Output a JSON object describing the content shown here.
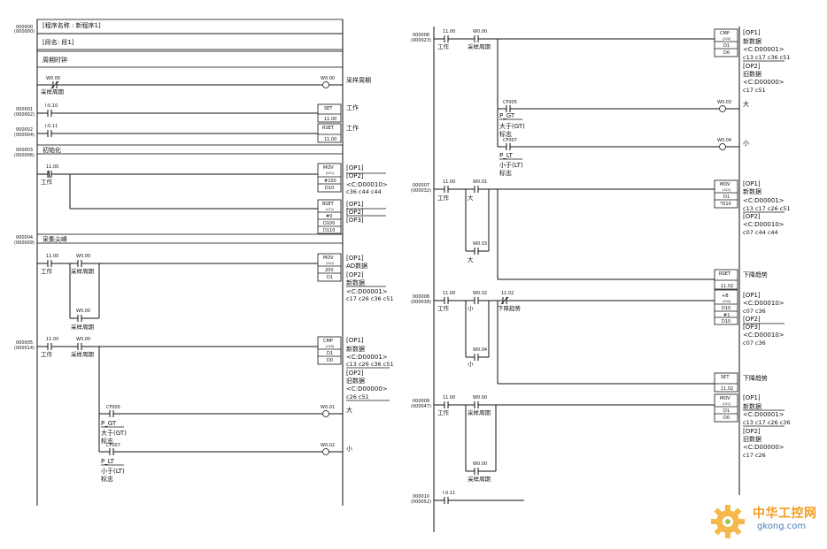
{
  "header": {
    "program_name": "[程序名称 : 新程序1]",
    "section_name": "[段名: 段1]",
    "cycle_comment": "周期时钟",
    "init_comment": "初始化",
    "peak_comment": "采集尖峰"
  },
  "steps": {
    "s0": [
      "000000",
      "(000000)"
    ],
    "s1": [
      "000001",
      "(000002)"
    ],
    "s2": [
      "000002",
      "(000004)"
    ],
    "s3": [
      "000003",
      "(000006)"
    ],
    "s4": [
      "000004",
      "(000009)"
    ],
    "s5": [
      "000005",
      "(000014)"
    ],
    "s6": [
      "000006",
      "(000023)"
    ],
    "s7": [
      "000007",
      "(000032)"
    ],
    "s8": [
      "000008",
      "(000038)"
    ],
    "s9": [
      "000009",
      "(000047)"
    ],
    "s10": [
      "000010",
      "(000052)"
    ]
  },
  "addr": {
    "w000": "W0.00",
    "w001": "W0.01",
    "w002": "W0.02",
    "w003": "W0.03",
    "w004": "W0.04",
    "i010": "I:0.10",
    "i011": "I:0.11",
    "c1100": "11.00",
    "c1102": "11.02",
    "cf005": "CF005",
    "cf007": "CF007",
    "d0": "D0",
    "d1": "D1",
    "d10": "D10",
    "d10s": "*D10",
    "d100": "D100",
    "d110": "D110",
    "n100": "#100",
    "n200": "200",
    "n0": "#0",
    "n1": "#1",
    "nb": "+B"
  },
  "labels": {
    "sample_period": "采样周期",
    "work": "工作",
    "pgt": "P_GT",
    "plt": "P_LT",
    "gt_cn": "大于(GT)",
    "lt_cn": "小于(LT)",
    "flag": "标志",
    "big": "大",
    "small": "小",
    "falling": "下降趋势",
    "ad_data": "AD数据",
    "new_data": "新数据",
    "old_data": "旧数据"
  },
  "instr": {
    "set": "SET",
    "rset": "RSET",
    "mov": "MOV",
    "bset": "BSET",
    "cmp": "CMP",
    "mov_code": "(021)",
    "bset_code": "(071)",
    "cmp_code": "(020)",
    "add_code": "(404)"
  },
  "ops": {
    "op1": "[OP1]",
    "op2": "[OP2]",
    "op3": "[OP3]",
    "c_d00010": "<C:D00010>",
    "c_d00001": "<C:D00001>",
    "c_d00000": "<C:D00000>",
    "x_c36c44c44": "c36 c44 c44",
    "x_c13c26c36c51": "c13 c26 c36 c51",
    "x_c17c26c36c51": "c17 c26 c36 c51",
    "x_c26c51": "c26 c51",
    "x_c13c17c36c51": "c13 c17 c36 c51",
    "x_c17c51": "c17 c51",
    "x_c13c17c26c51": "c13 c17 c26 c51",
    "x_c07c44c44": "c07 c44 c44",
    "x_c07c36": "c07 c36",
    "x_c13c17c26c36": "c13 c17 c26 c36",
    "x_c17c26": "c17 c26"
  },
  "watermark": {
    "cn": "中华工控网",
    "en": "gkong.com"
  }
}
